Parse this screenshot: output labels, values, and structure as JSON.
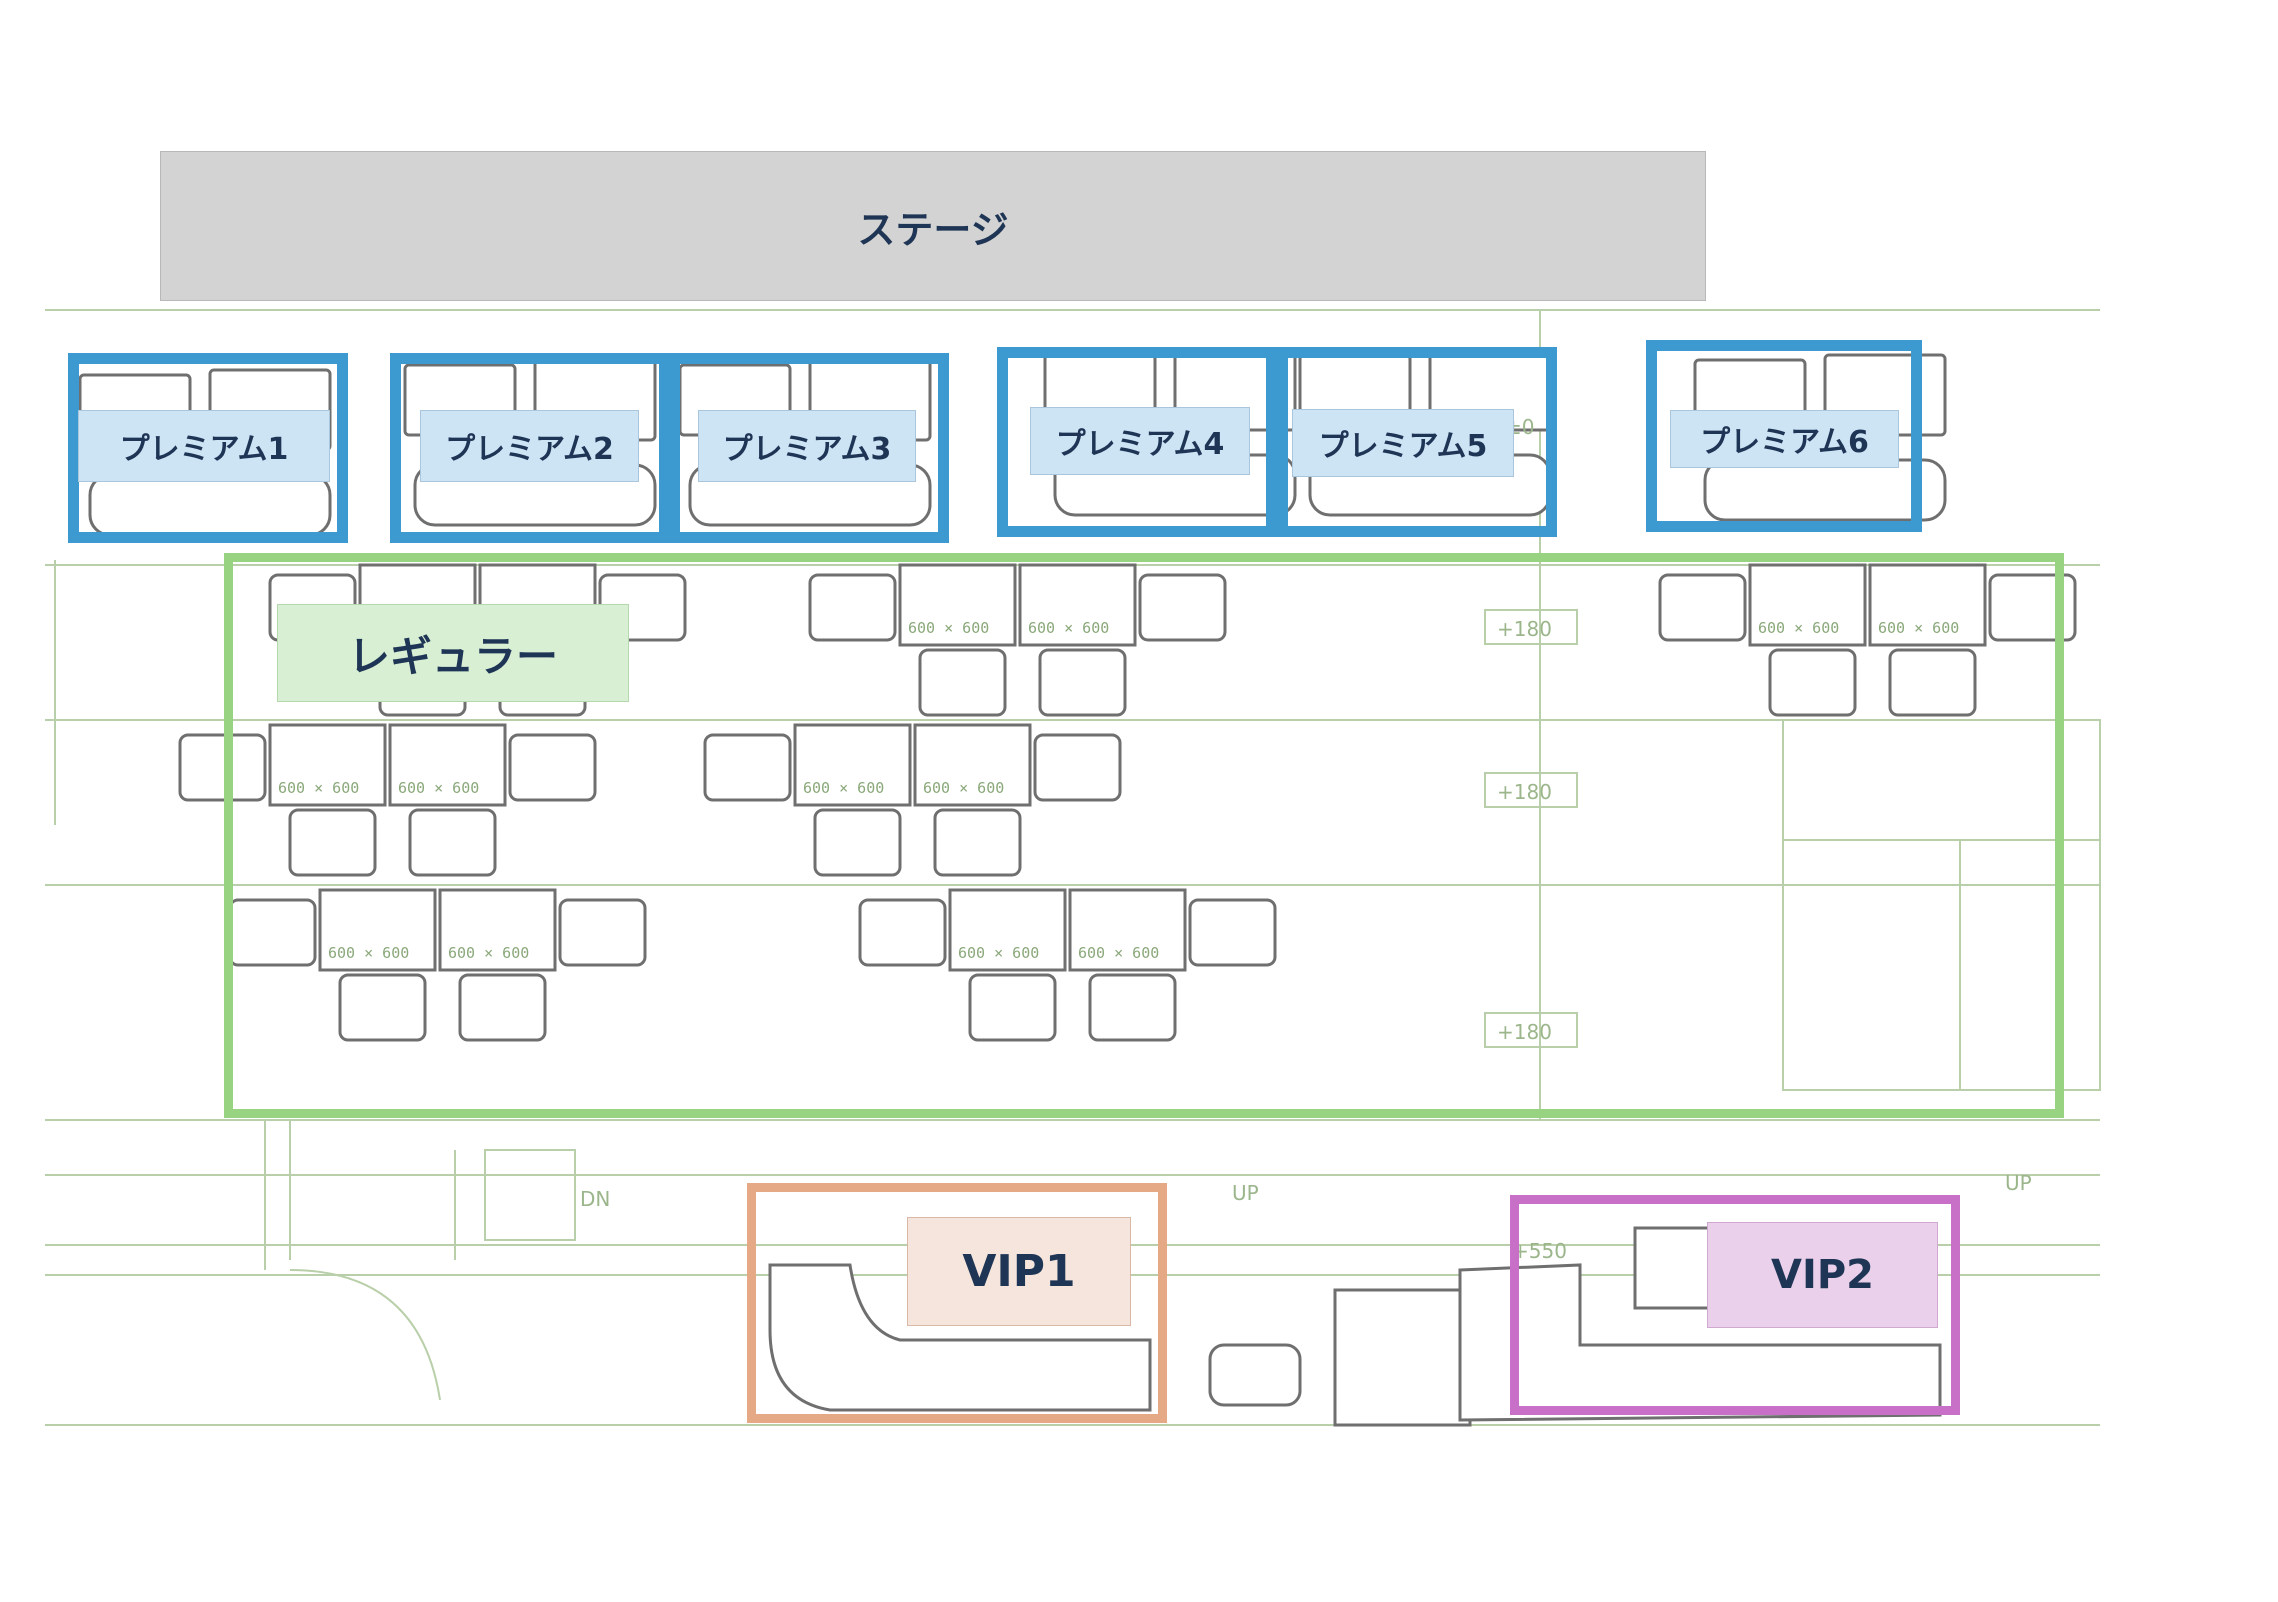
{
  "stage": {
    "label": "ステージ"
  },
  "premium_zones": [
    {
      "label": "プレミアム1"
    },
    {
      "label": "プレミアム2"
    },
    {
      "label": "プレミアム3"
    },
    {
      "label": "プレミアム4"
    },
    {
      "label": "プレミアム5"
    },
    {
      "label": "プレミアム6"
    }
  ],
  "regular_zone": {
    "label": "レギュラー"
  },
  "vip_zones": [
    {
      "label": "VIP1"
    },
    {
      "label": "VIP2"
    }
  ],
  "floor_marks": {
    "table_size": "600 × 600",
    "level": "+180",
    "level_alt": "±0",
    "dn": "DN",
    "up": "UP",
    "other": "+550"
  },
  "colors": {
    "stage": "#d3d3d3",
    "premium": "#3d9ad1",
    "regular": "#97d380",
    "vip1": "#e6a985",
    "vip2": "#c86fc8",
    "plan_lines": "#9cb68c"
  }
}
